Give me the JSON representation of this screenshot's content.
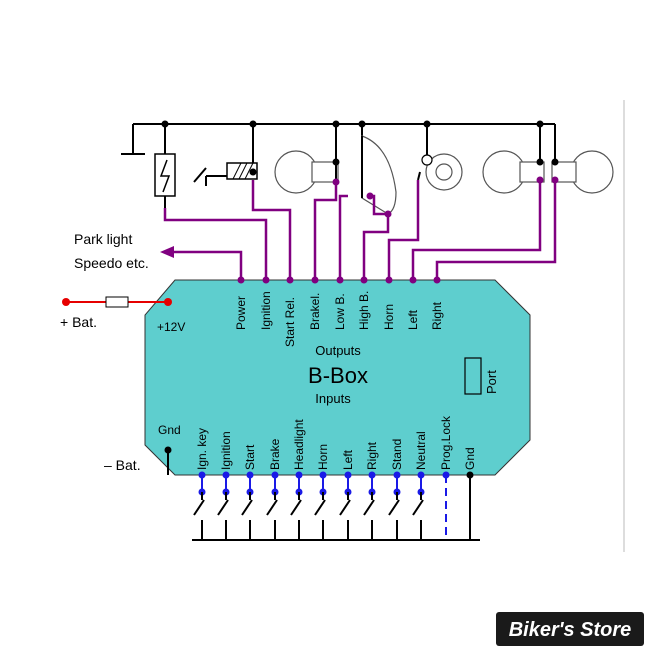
{
  "colors": {
    "box_fill": "#5ecece",
    "output_wire": "#800080",
    "input_wire": "#1a1ae6",
    "battery_wire": "#e60000",
    "ground_wire": "#000000",
    "logo_bg": "#1a1a1a",
    "logo_text": "#ffffff"
  },
  "box": {
    "title": "B-Box",
    "outputs_label": "Outputs",
    "inputs_label": "Inputs",
    "port_label": "Port",
    "plus12v_label": "+12V",
    "gnd_label": "Gnd"
  },
  "outputs": [
    {
      "label": "Power"
    },
    {
      "label": "Ignition"
    },
    {
      "label": "Start Rel."
    },
    {
      "label": "Brakel."
    },
    {
      "label": "Low B."
    },
    {
      "label": "High B."
    },
    {
      "label": "Horn"
    },
    {
      "label": "Left"
    },
    {
      "label": "Right"
    }
  ],
  "inputs": [
    {
      "label": "Ign. key"
    },
    {
      "label": "Ignition"
    },
    {
      "label": "Start"
    },
    {
      "label": "Brake"
    },
    {
      "label": "Headlight"
    },
    {
      "label": "Horn"
    },
    {
      "label": "Left"
    },
    {
      "label": "Right"
    },
    {
      "label": "Stand"
    },
    {
      "label": "Neutral"
    },
    {
      "label": "Prog.Lock"
    },
    {
      "label": "Gnd"
    }
  ],
  "side_labels": {
    "park_line1": "Park light",
    "park_line2": "Speedo etc.",
    "plus_bat": "+ Bat.",
    "minus_bat": "– Bat."
  },
  "logo": {
    "text": "Biker's Store"
  }
}
